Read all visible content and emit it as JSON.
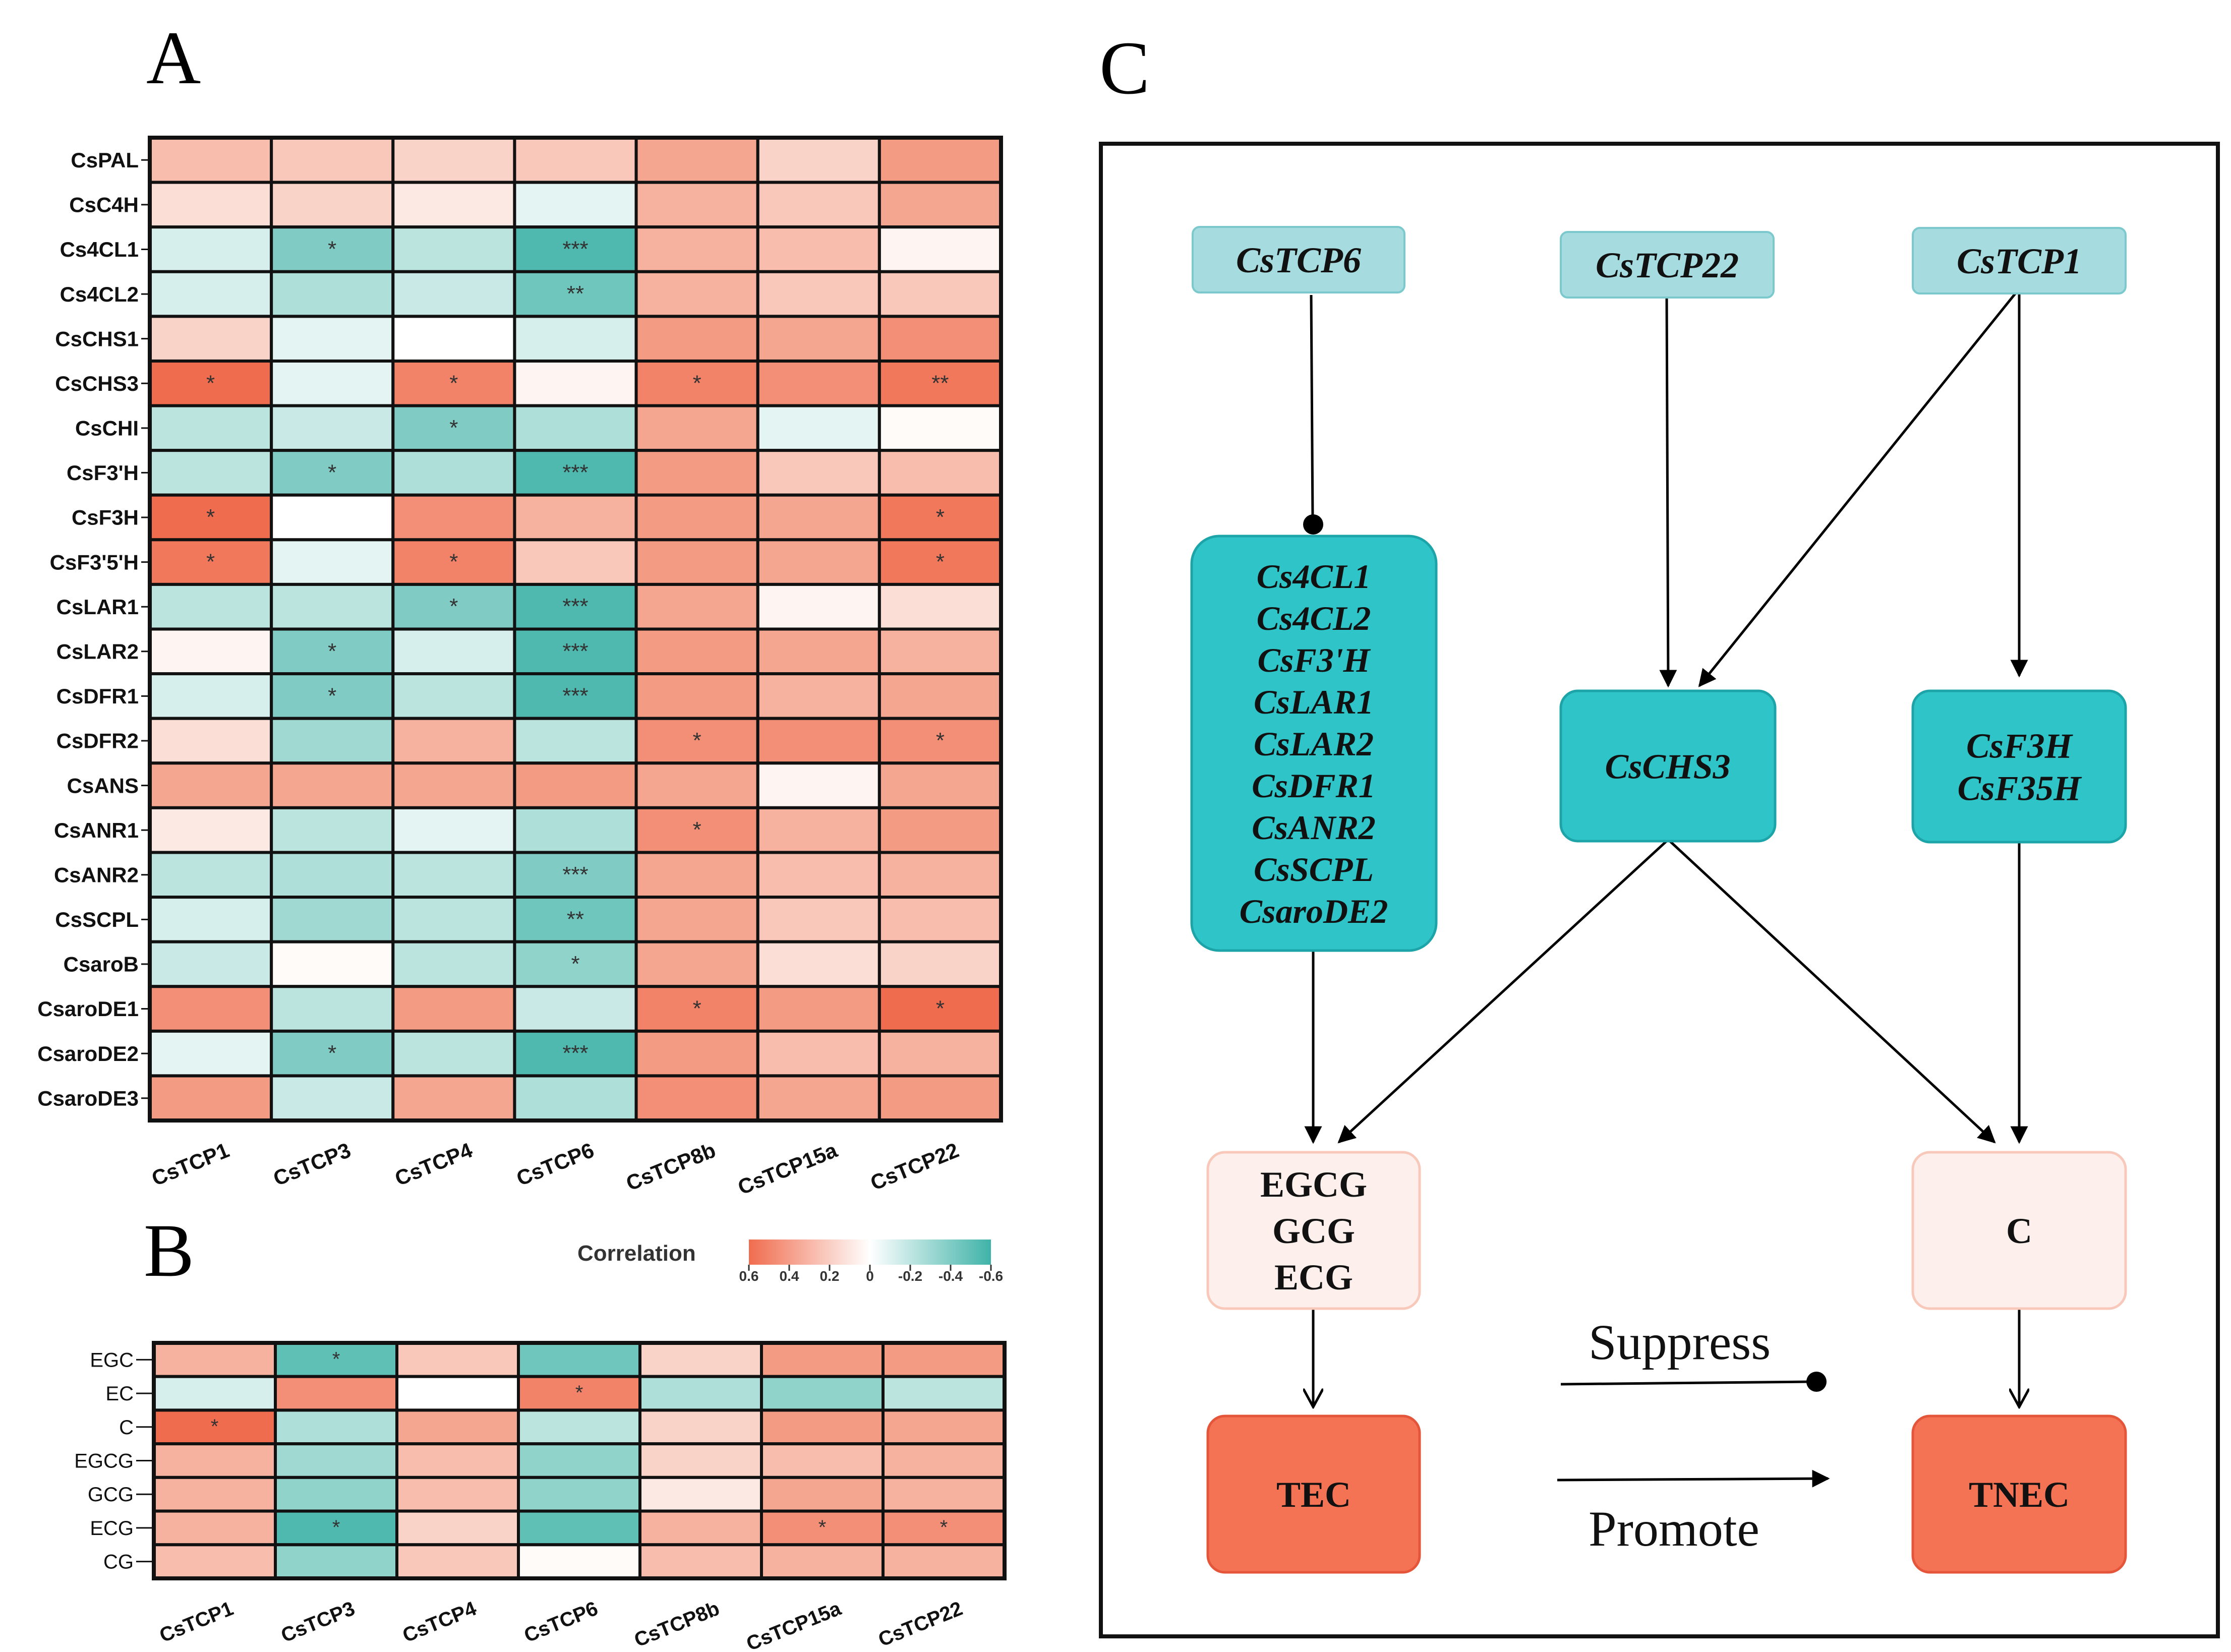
{
  "panel_labels": {
    "a": "A",
    "b": "B",
    "c": "C"
  },
  "colors": {
    "neg_strong": "#3fb3a8",
    "neg_mid": "#a8dcd6",
    "neutral": "#ffffff",
    "pos_mid": "#f7b8a5",
    "pos_strong": "#f06c4e",
    "grid_border": "#111111",
    "teal_box": "#2ec4c8",
    "teal_light": "#a6dcdf",
    "tec_box": "#f47355",
    "pale_box": "#fdf0ec"
  },
  "legend": {
    "title": "Correlation",
    "ticks": [
      "0.6",
      "0.4",
      "0.2",
      "0",
      "-0.2",
      "-0.4",
      "-0.6"
    ]
  },
  "chart_data": [
    {
      "type": "heatmap",
      "panel": "A",
      "columns": [
        "CsTCP1",
        "CsTCP3",
        "CsTCP4",
        "CsTCP6",
        "CsTCP8b",
        "CsTCP15a",
        "CsTCP22"
      ],
      "rows": [
        "CsPAL",
        "CsC4H",
        "Cs4CL1",
        "Cs4CL2",
        "CsCHS1",
        "CsCHS3",
        "CsCHI",
        "CsF3'H",
        "CsF3H",
        "CsF3'5'H",
        "CsLAR1",
        "CsLAR2",
        "CsDFR1",
        "CsDFR2",
        "CsANS",
        "CsANR1",
        "CsANR2",
        "CsSCPL",
        "CsaroB",
        "CsaroDE1",
        "CsaroDE2",
        "CsaroDE3"
      ],
      "values": [
        [
          0.3,
          0.25,
          0.2,
          0.25,
          0.4,
          0.2,
          0.45
        ],
        [
          0.15,
          0.2,
          0.1,
          -0.1,
          0.35,
          0.25,
          0.4
        ],
        [
          -0.15,
          -0.45,
          -0.25,
          -0.6,
          0.35,
          0.3,
          0.05
        ],
        [
          -0.15,
          -0.3,
          -0.2,
          -0.5,
          0.35,
          0.25,
          0.25
        ],
        [
          0.2,
          -0.1,
          0.0,
          -0.15,
          0.45,
          0.4,
          0.5
        ],
        [
          0.65,
          -0.1,
          0.55,
          0.05,
          0.55,
          0.5,
          0.6
        ],
        [
          -0.25,
          -0.2,
          -0.45,
          -0.3,
          0.4,
          -0.1,
          0.02
        ],
        [
          -0.25,
          -0.45,
          -0.3,
          -0.6,
          0.45,
          0.25,
          0.3
        ],
        [
          0.65,
          0.0,
          0.5,
          0.35,
          0.45,
          0.4,
          0.6
        ],
        [
          0.6,
          -0.1,
          0.55,
          0.25,
          0.45,
          0.4,
          0.6
        ],
        [
          -0.25,
          -0.25,
          -0.45,
          -0.6,
          0.4,
          0.05,
          0.15
        ],
        [
          0.05,
          -0.45,
          -0.15,
          -0.6,
          0.45,
          0.4,
          0.35
        ],
        [
          -0.15,
          -0.45,
          -0.25,
          -0.6,
          0.45,
          0.35,
          0.4
        ],
        [
          0.15,
          -0.35,
          0.35,
          -0.25,
          0.5,
          0.5,
          0.5
        ],
        [
          0.4,
          0.4,
          0.4,
          0.45,
          0.4,
          0.05,
          0.4
        ],
        [
          0.1,
          -0.25,
          -0.1,
          -0.3,
          0.5,
          0.35,
          0.45
        ],
        [
          -0.25,
          -0.3,
          -0.25,
          -0.45,
          0.4,
          0.3,
          0.35
        ],
        [
          -0.15,
          -0.35,
          -0.25,
          -0.5,
          0.4,
          0.25,
          0.3
        ],
        [
          -0.2,
          0.02,
          -0.25,
          -0.4,
          0.4,
          0.15,
          0.2
        ],
        [
          0.5,
          -0.25,
          0.45,
          -0.2,
          0.55,
          0.45,
          0.65
        ],
        [
          -0.1,
          -0.45,
          -0.25,
          -0.6,
          0.45,
          0.3,
          0.35
        ],
        [
          0.45,
          -0.2,
          0.4,
          -0.3,
          0.5,
          0.4,
          0.45
        ]
      ],
      "significance": [
        [
          "",
          "",
          "",
          "",
          "",
          "",
          ""
        ],
        [
          "",
          "",
          "",
          "",
          "",
          "",
          ""
        ],
        [
          "",
          "*",
          "",
          "***",
          "",
          "",
          ""
        ],
        [
          "",
          "",
          "",
          "**",
          "",
          "",
          ""
        ],
        [
          "",
          "",
          "",
          "",
          "",
          "",
          ""
        ],
        [
          "*",
          "",
          "*",
          "",
          "*",
          "",
          "**"
        ],
        [
          "",
          "",
          "*",
          "",
          "",
          "",
          ""
        ],
        [
          "",
          "*",
          "",
          "***",
          "",
          "",
          ""
        ],
        [
          "*",
          "",
          "",
          "",
          "",
          "",
          "*"
        ],
        [
          "*",
          "",
          "*",
          "",
          "",
          "",
          "*"
        ],
        [
          "",
          "",
          "*",
          "***",
          "",
          "",
          ""
        ],
        [
          "",
          "*",
          "",
          "***",
          "",
          "",
          ""
        ],
        [
          "",
          "*",
          "",
          "***",
          "",
          "",
          ""
        ],
        [
          "",
          "",
          "",
          "",
          "*",
          "",
          "*"
        ],
        [
          "",
          "",
          "",
          "",
          "",
          "",
          ""
        ],
        [
          "",
          "",
          "",
          "",
          "*",
          "",
          ""
        ],
        [
          "",
          "",
          "",
          "***",
          "",
          "",
          ""
        ],
        [
          "",
          "",
          "",
          "**",
          "",
          "",
          ""
        ],
        [
          "",
          "",
          "",
          "*",
          "",
          "",
          ""
        ],
        [
          "",
          "",
          "",
          "",
          "*",
          "",
          "*"
        ],
        [
          "",
          "*",
          "",
          "***",
          "",
          "",
          ""
        ],
        [
          "",
          "",
          "",
          "",
          "",
          "",
          ""
        ]
      ]
    },
    {
      "type": "heatmap",
      "panel": "B",
      "columns": [
        "CsTCP1",
        "CsTCP3",
        "CsTCP4",
        "CsTCP6",
        "CsTCP8b",
        "CsTCP15a",
        "CsTCP22"
      ],
      "rows": [
        "EGC",
        "EC",
        "C",
        "EGCG",
        "GCG",
        "ECG",
        "CG"
      ],
      "values": [
        [
          0.35,
          -0.55,
          0.25,
          -0.5,
          0.2,
          0.45,
          0.45
        ],
        [
          -0.15,
          0.5,
          0.0,
          0.55,
          -0.3,
          -0.4,
          -0.25
        ],
        [
          0.65,
          -0.3,
          0.4,
          -0.25,
          0.2,
          0.45,
          0.4
        ],
        [
          0.35,
          -0.35,
          0.3,
          -0.4,
          0.2,
          0.3,
          0.35
        ],
        [
          0.35,
          -0.4,
          0.3,
          -0.4,
          0.1,
          0.4,
          0.35
        ],
        [
          0.35,
          -0.6,
          0.2,
          -0.55,
          0.35,
          0.5,
          0.5
        ],
        [
          0.3,
          -0.4,
          0.25,
          0.02,
          0.3,
          0.35,
          0.35
        ]
      ],
      "significance": [
        [
          "",
          "*",
          "",
          "",
          "",
          "",
          ""
        ],
        [
          "",
          "",
          "",
          "*",
          "",
          "",
          ""
        ],
        [
          "*",
          "",
          "",
          "",
          "",
          "",
          ""
        ],
        [
          "",
          "",
          "",
          "",
          "",
          "",
          ""
        ],
        [
          "",
          "",
          "",
          "",
          "",
          "",
          ""
        ],
        [
          "",
          "*",
          "",
          "",
          "",
          "*",
          "*"
        ],
        [
          "",
          "",
          "",
          "",
          "",
          "",
          ""
        ]
      ]
    }
  ],
  "diagram": {
    "nodes": {
      "tcp6": {
        "lines": [
          "CsTCP6"
        ]
      },
      "tcp22": {
        "lines": [
          "CsTCP22"
        ]
      },
      "tcp1": {
        "lines": [
          "CsTCP1"
        ]
      },
      "genes_tcp6": {
        "lines": [
          "Cs4CL1",
          "Cs4CL2",
          "CsF3'H",
          "CsLAR1",
          "CsLAR2",
          "CsDFR1",
          "CsANR2",
          "CsSCPL",
          "CsaroDE2"
        ]
      },
      "chs3": {
        "lines": [
          "CsCHS3"
        ]
      },
      "f3h": {
        "lines": [
          "CsF3H",
          "CsF35H"
        ]
      },
      "catechins": {
        "lines": [
          "EGCG",
          "GCG",
          "ECG"
        ]
      },
      "c": {
        "lines": [
          "C"
        ]
      },
      "tec": {
        "lines": [
          "TEC"
        ]
      },
      "tnec": {
        "lines": [
          "TNEC"
        ]
      }
    },
    "legend_suppress": "Suppress",
    "legend_promote": "Promote"
  }
}
